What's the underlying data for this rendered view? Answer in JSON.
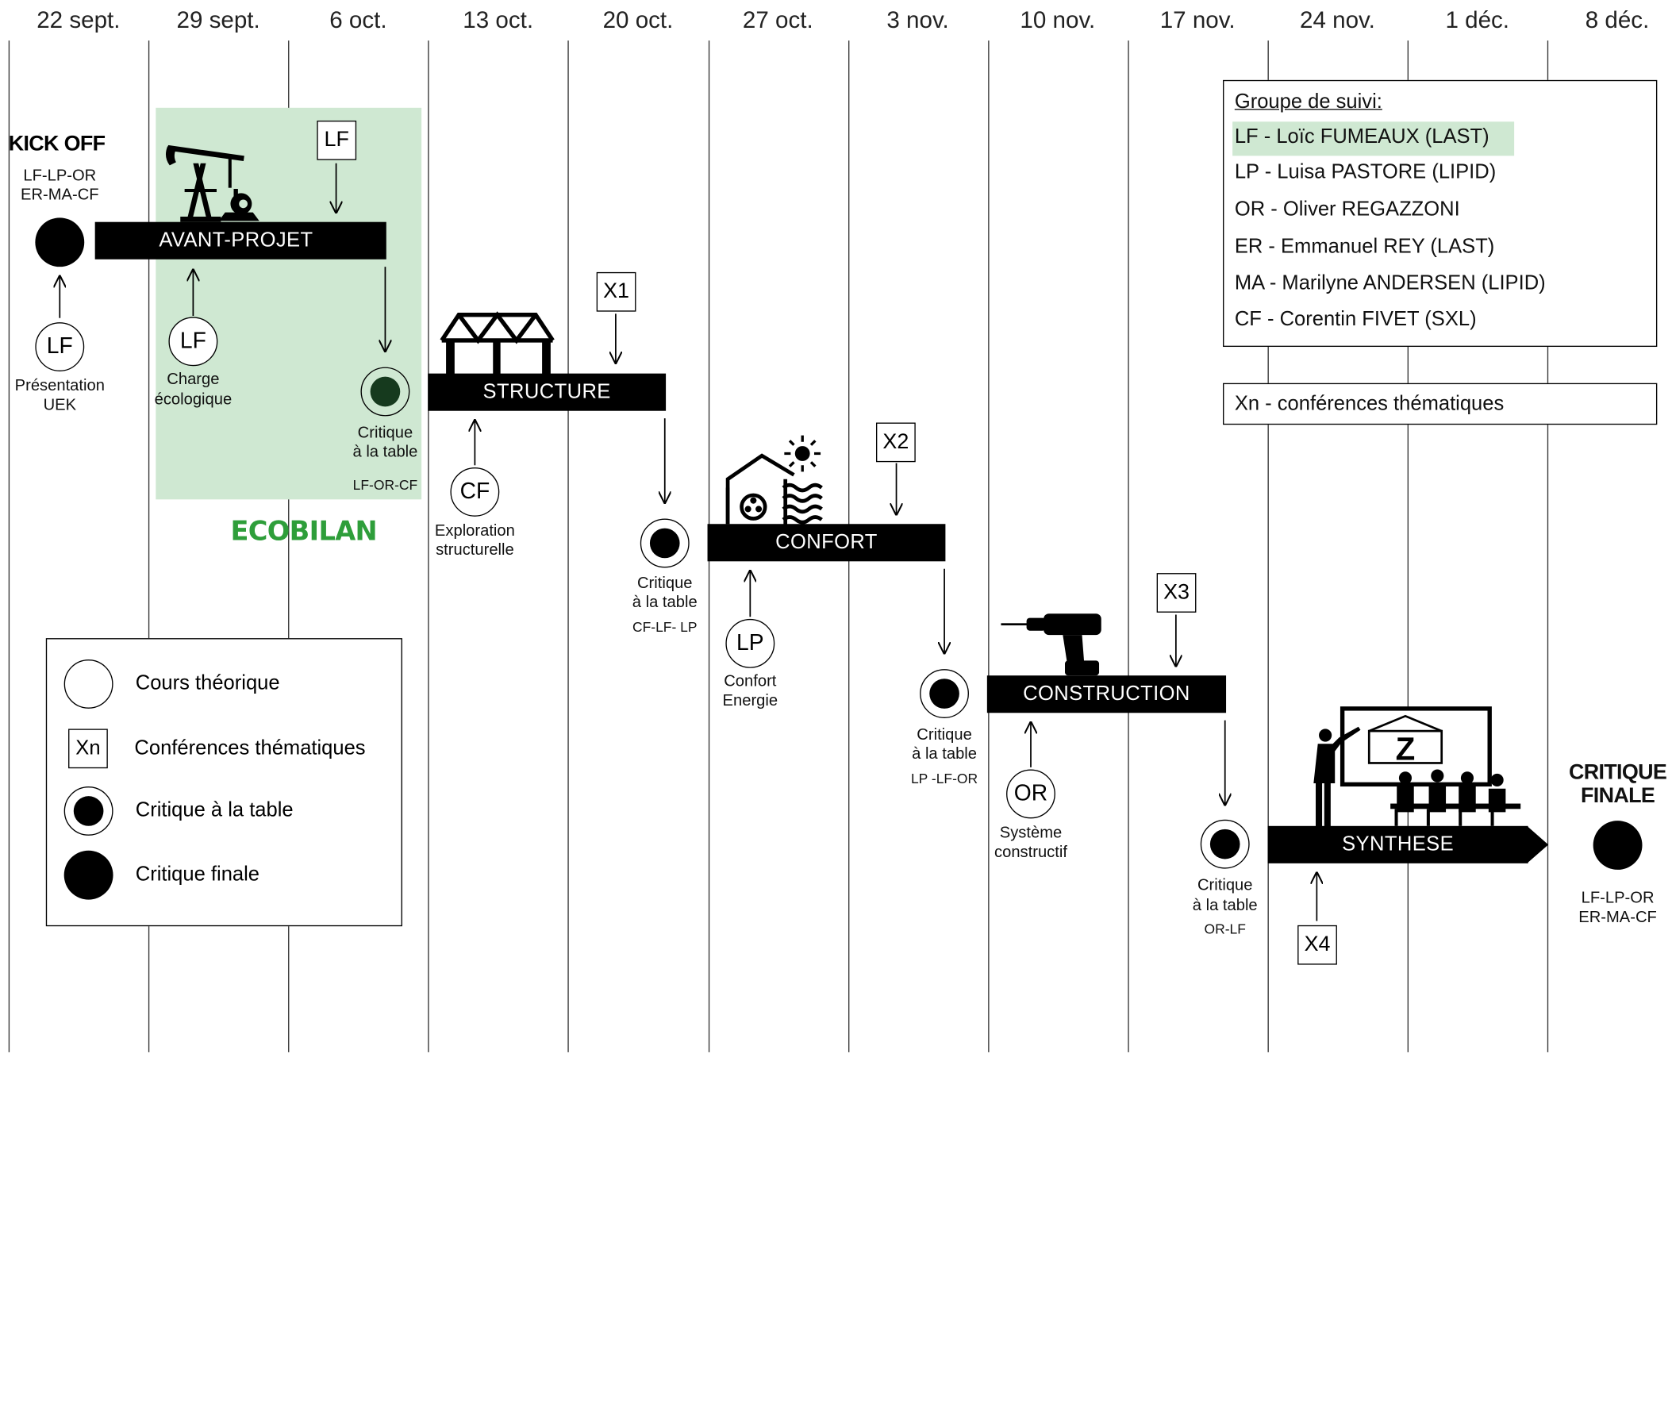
{
  "timeline": {
    "dates": [
      "22 sept.",
      "29 sept.",
      "6 oct.",
      "13 oct.",
      "20 oct.",
      "27 oct.",
      "3 nov.",
      "10 nov.",
      "17 nov.",
      "24 nov.",
      "1 déc.",
      "8 déc."
    ]
  },
  "kickoff": {
    "title": "KICK OFF",
    "people_line1": "LF-LP-OR",
    "people_line2": "ER-MA-CF"
  },
  "phases": {
    "avant_projet": "AVANT-PROJET",
    "structure": "STRUCTURE",
    "confort": "CONFORT",
    "construction": "CONSTRUCTION",
    "synthese": "SYNTHESE"
  },
  "ecobilan": {
    "label": "ECOBILAN",
    "color": "#2e9e3a",
    "bg": "#cfe8d2"
  },
  "lectures": {
    "lf1": {
      "code": "LF",
      "line1": "Présentation",
      "line2": "UEK"
    },
    "lf2": {
      "code": "LF",
      "line1": "Charge",
      "line2": "écologique"
    },
    "cf": {
      "code": "CF",
      "line1": "Exploration",
      "line2": "structurelle"
    },
    "lp": {
      "code": "LP",
      "line1": "Confort",
      "line2": "Energie"
    },
    "or": {
      "code": "OR",
      "line1": "Système",
      "line2": "constructif"
    }
  },
  "conferences": {
    "lf": "LF",
    "x1": "X1",
    "x2": "X2",
    "x3": "X3",
    "x4": "X4"
  },
  "critiques": {
    "c1": {
      "line1": "Critique",
      "line2": "à la table",
      "people": "LF-OR-CF"
    },
    "c2": {
      "line1": "Critique",
      "line2": "à la table",
      "people": "CF-LF- LP"
    },
    "c3": {
      "line1": "Critique",
      "line2": "à la table",
      "people": "LP -LF-OR"
    },
    "c4": {
      "line1": "Critique",
      "line2": "à la table",
      "people": "OR-LF"
    }
  },
  "final": {
    "line1": "CRITIQUE",
    "line2": "FINALE",
    "people_line1": "LF-LP-OR",
    "people_line2": "ER-MA-CF"
  },
  "legend": {
    "cours": "Cours théorique",
    "xn_code": "Xn",
    "xn": "Conférences thématiques",
    "critique_table": "Critique à la table",
    "critique_finale": "Critique finale"
  },
  "groupe": {
    "title": "Groupe de suivi:",
    "members": [
      "LF - Loïc FUMEAUX (LAST)",
      "LP - Luisa PASTORE (LIPID)",
      "OR - Oliver REGAZZONI",
      "ER - Emmanuel REY (LAST)",
      "MA - Marilyne ANDERSEN (LIPID)",
      "CF - Corentin FIVET (SXL)"
    ],
    "highlight_color": "#cfe8d2"
  },
  "xn_note": "Xn - conférences thématiques",
  "icons": {
    "oil_pump": "oil-pump-icon",
    "truss": "truss-icon",
    "house_sun": "house-sun-icon",
    "drill": "drill-icon",
    "presentation": "presentation-icon",
    "z_logo": "Z"
  }
}
